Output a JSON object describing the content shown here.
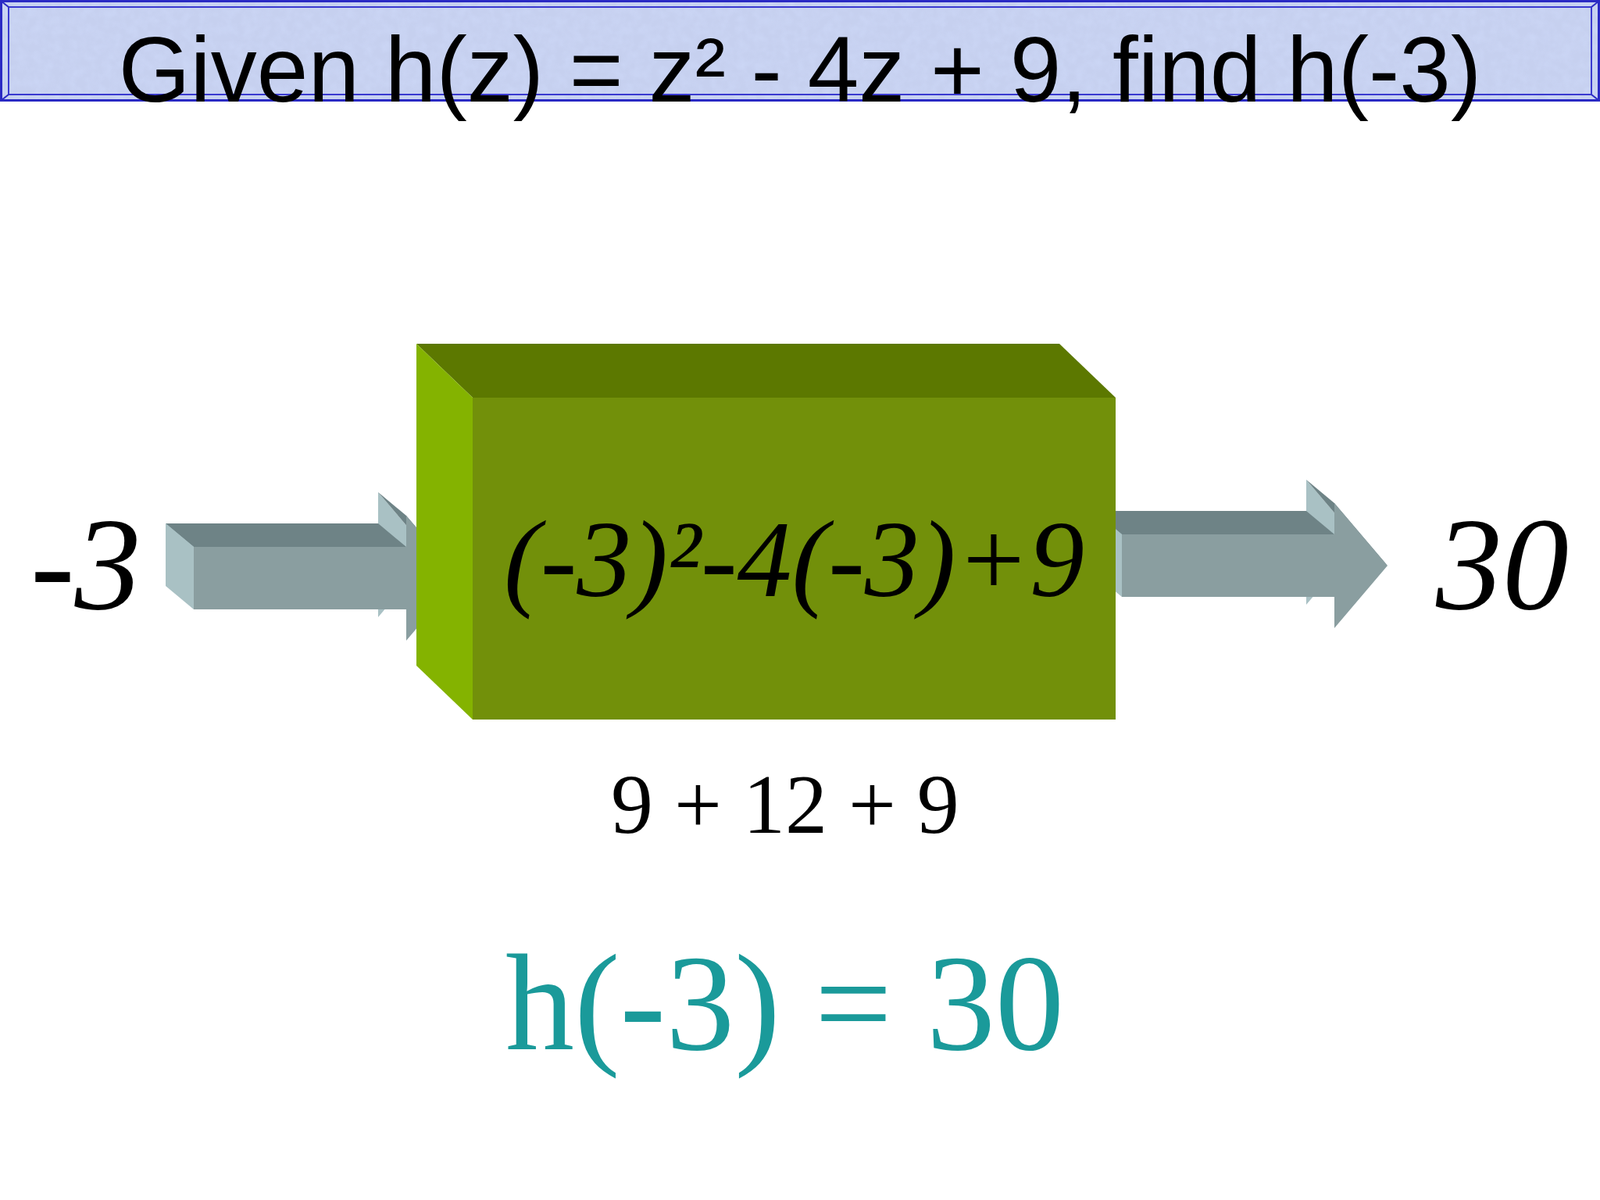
{
  "diagram": {
    "title": "Given h(z) = z² - 4z + 9, find h(-3)",
    "nodes": [
      {
        "text": [
          "(-3)²-4(-3)+9"
        ]
      }
    ],
    "labels": [
      "-3",
      "30",
      "9 + 12 + 9",
      "h(-3) = 30"
    ]
  }
}
